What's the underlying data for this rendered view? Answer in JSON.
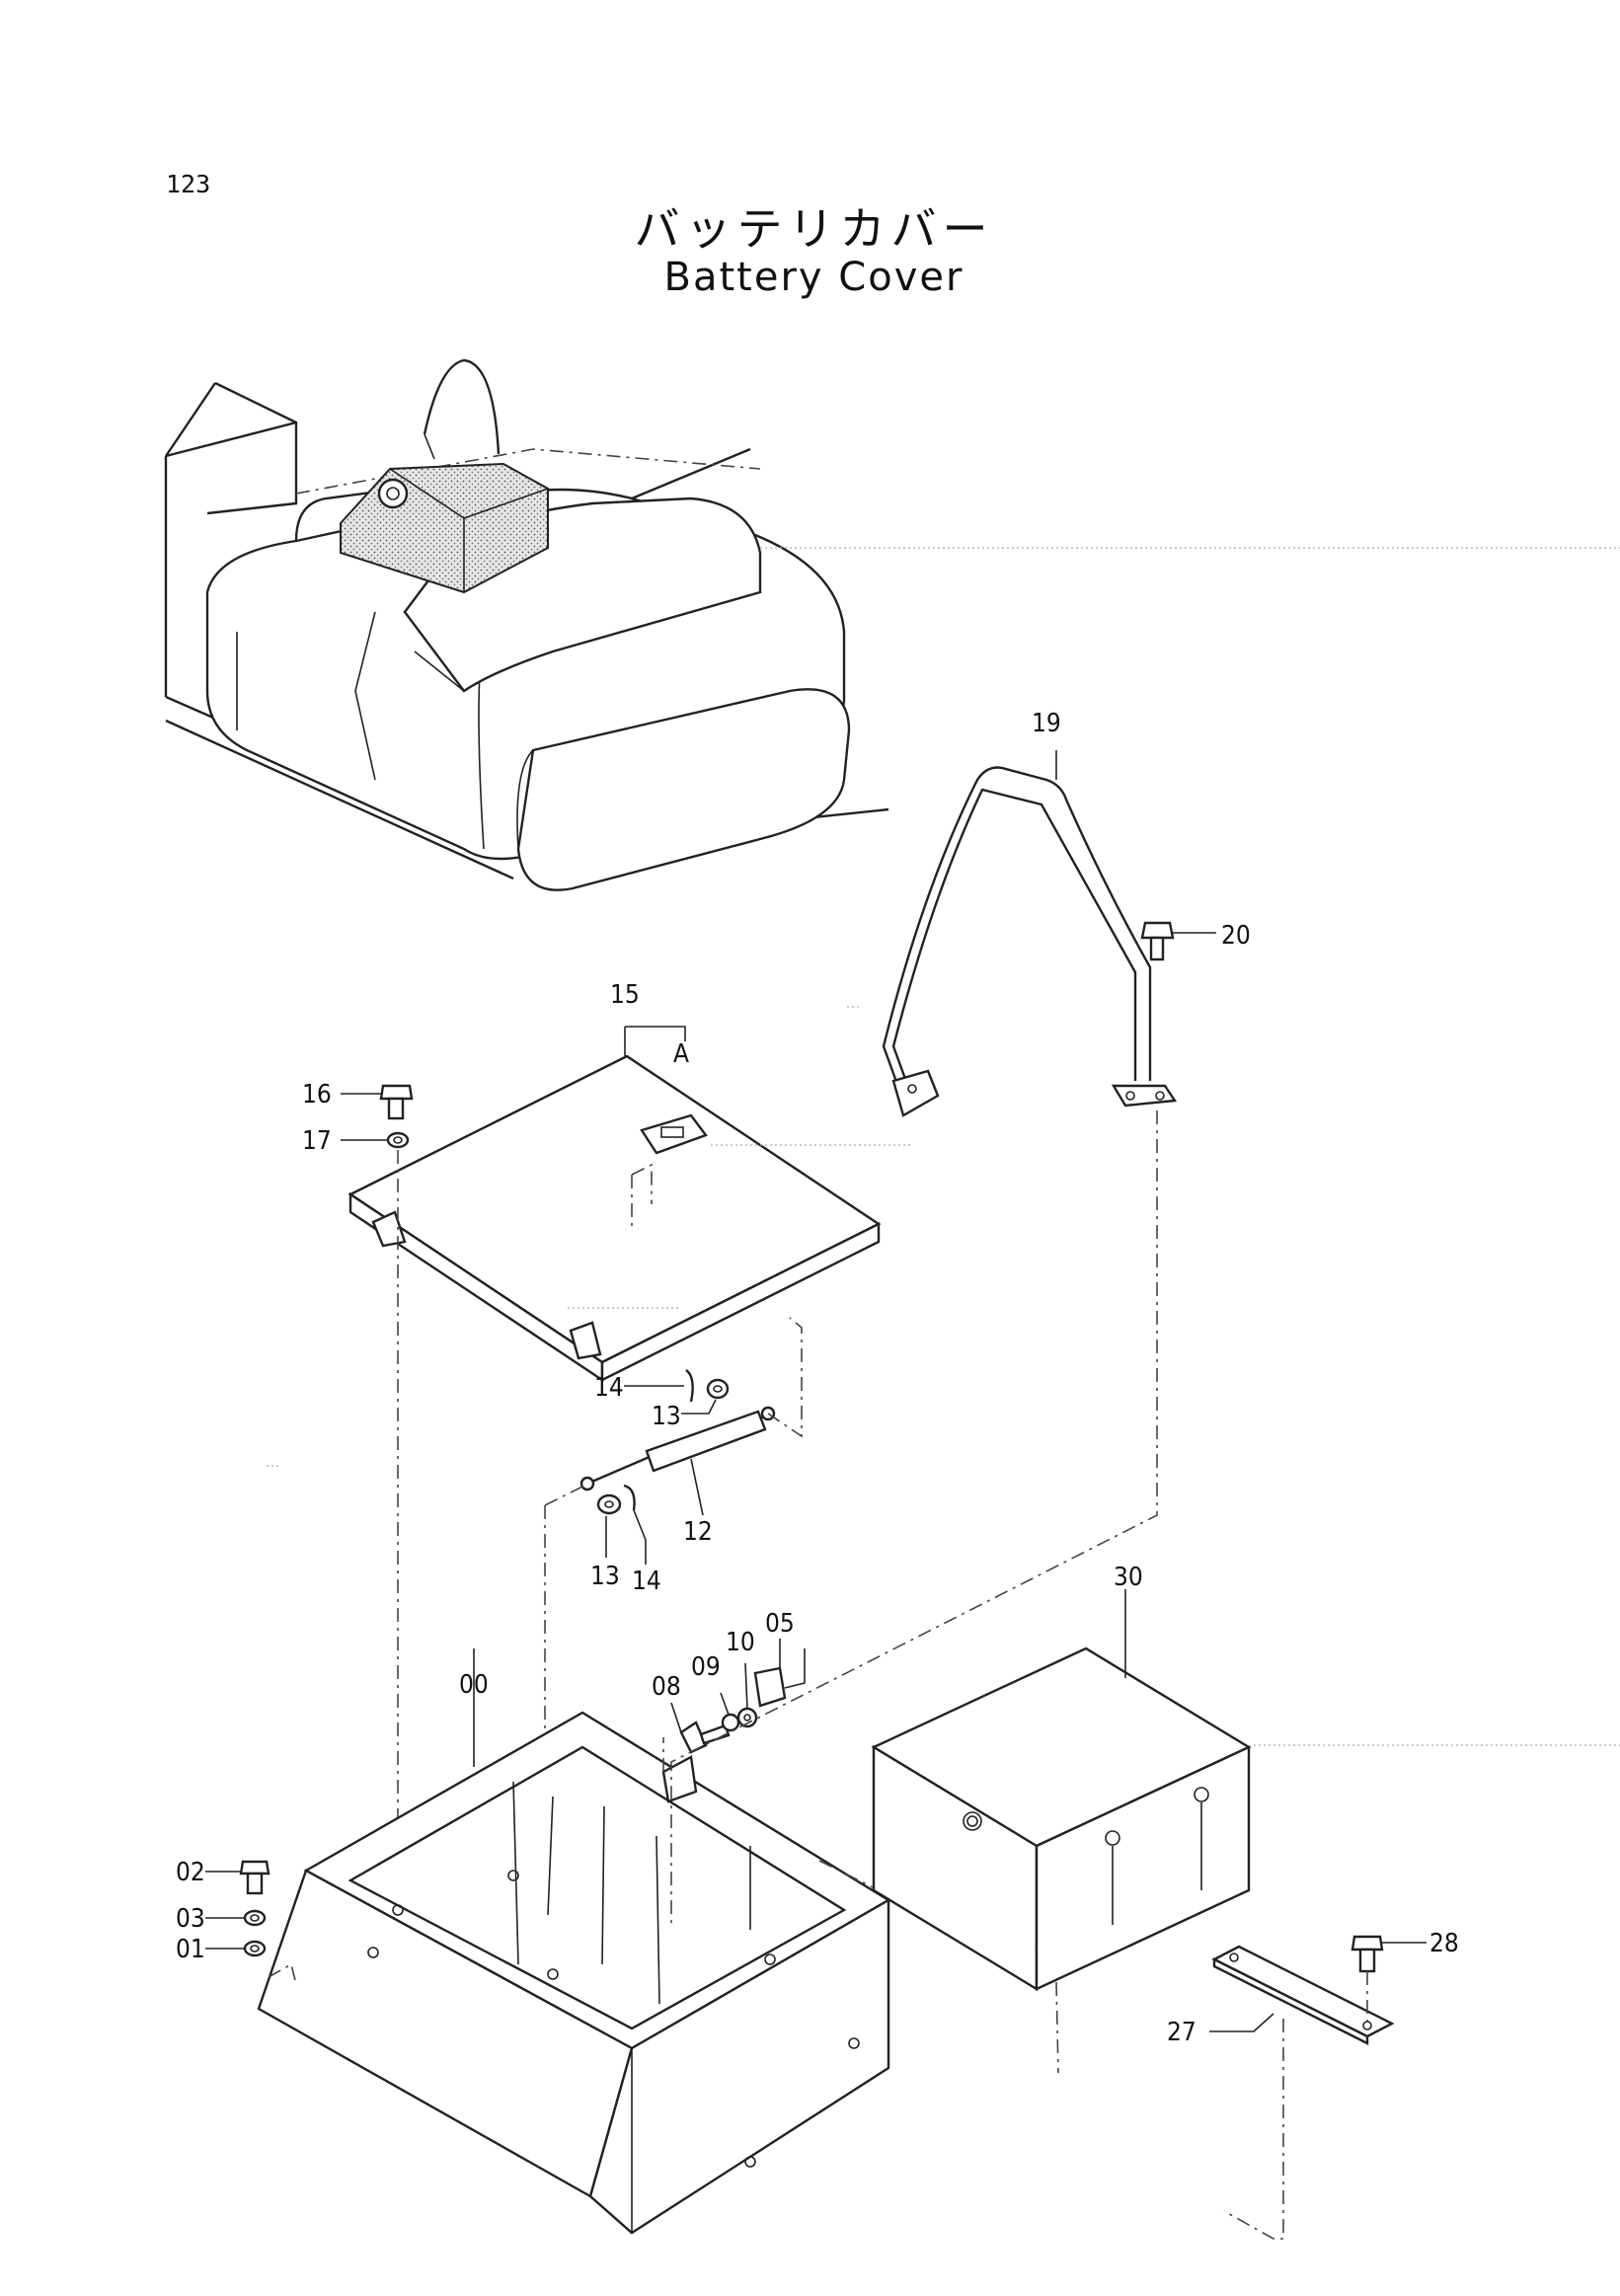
{
  "page": {
    "number": "123",
    "title_jp": "バッテリカバー",
    "title_en": "Battery Cover"
  },
  "labels": {
    "p00": "00",
    "p01": "01",
    "p02": "02",
    "p03": "03",
    "p05": "05",
    "p08": "08",
    "p09": "09",
    "p10": "10",
    "p12": "12",
    "p13a": "13",
    "p13b": "13",
    "p14a": "14",
    "p14b": "14",
    "p15": "15",
    "pA": "A",
    "p16": "16",
    "p17": "17",
    "p19": "19",
    "p20": "20",
    "p27": "27",
    "p28": "28",
    "p30": "30"
  }
}
